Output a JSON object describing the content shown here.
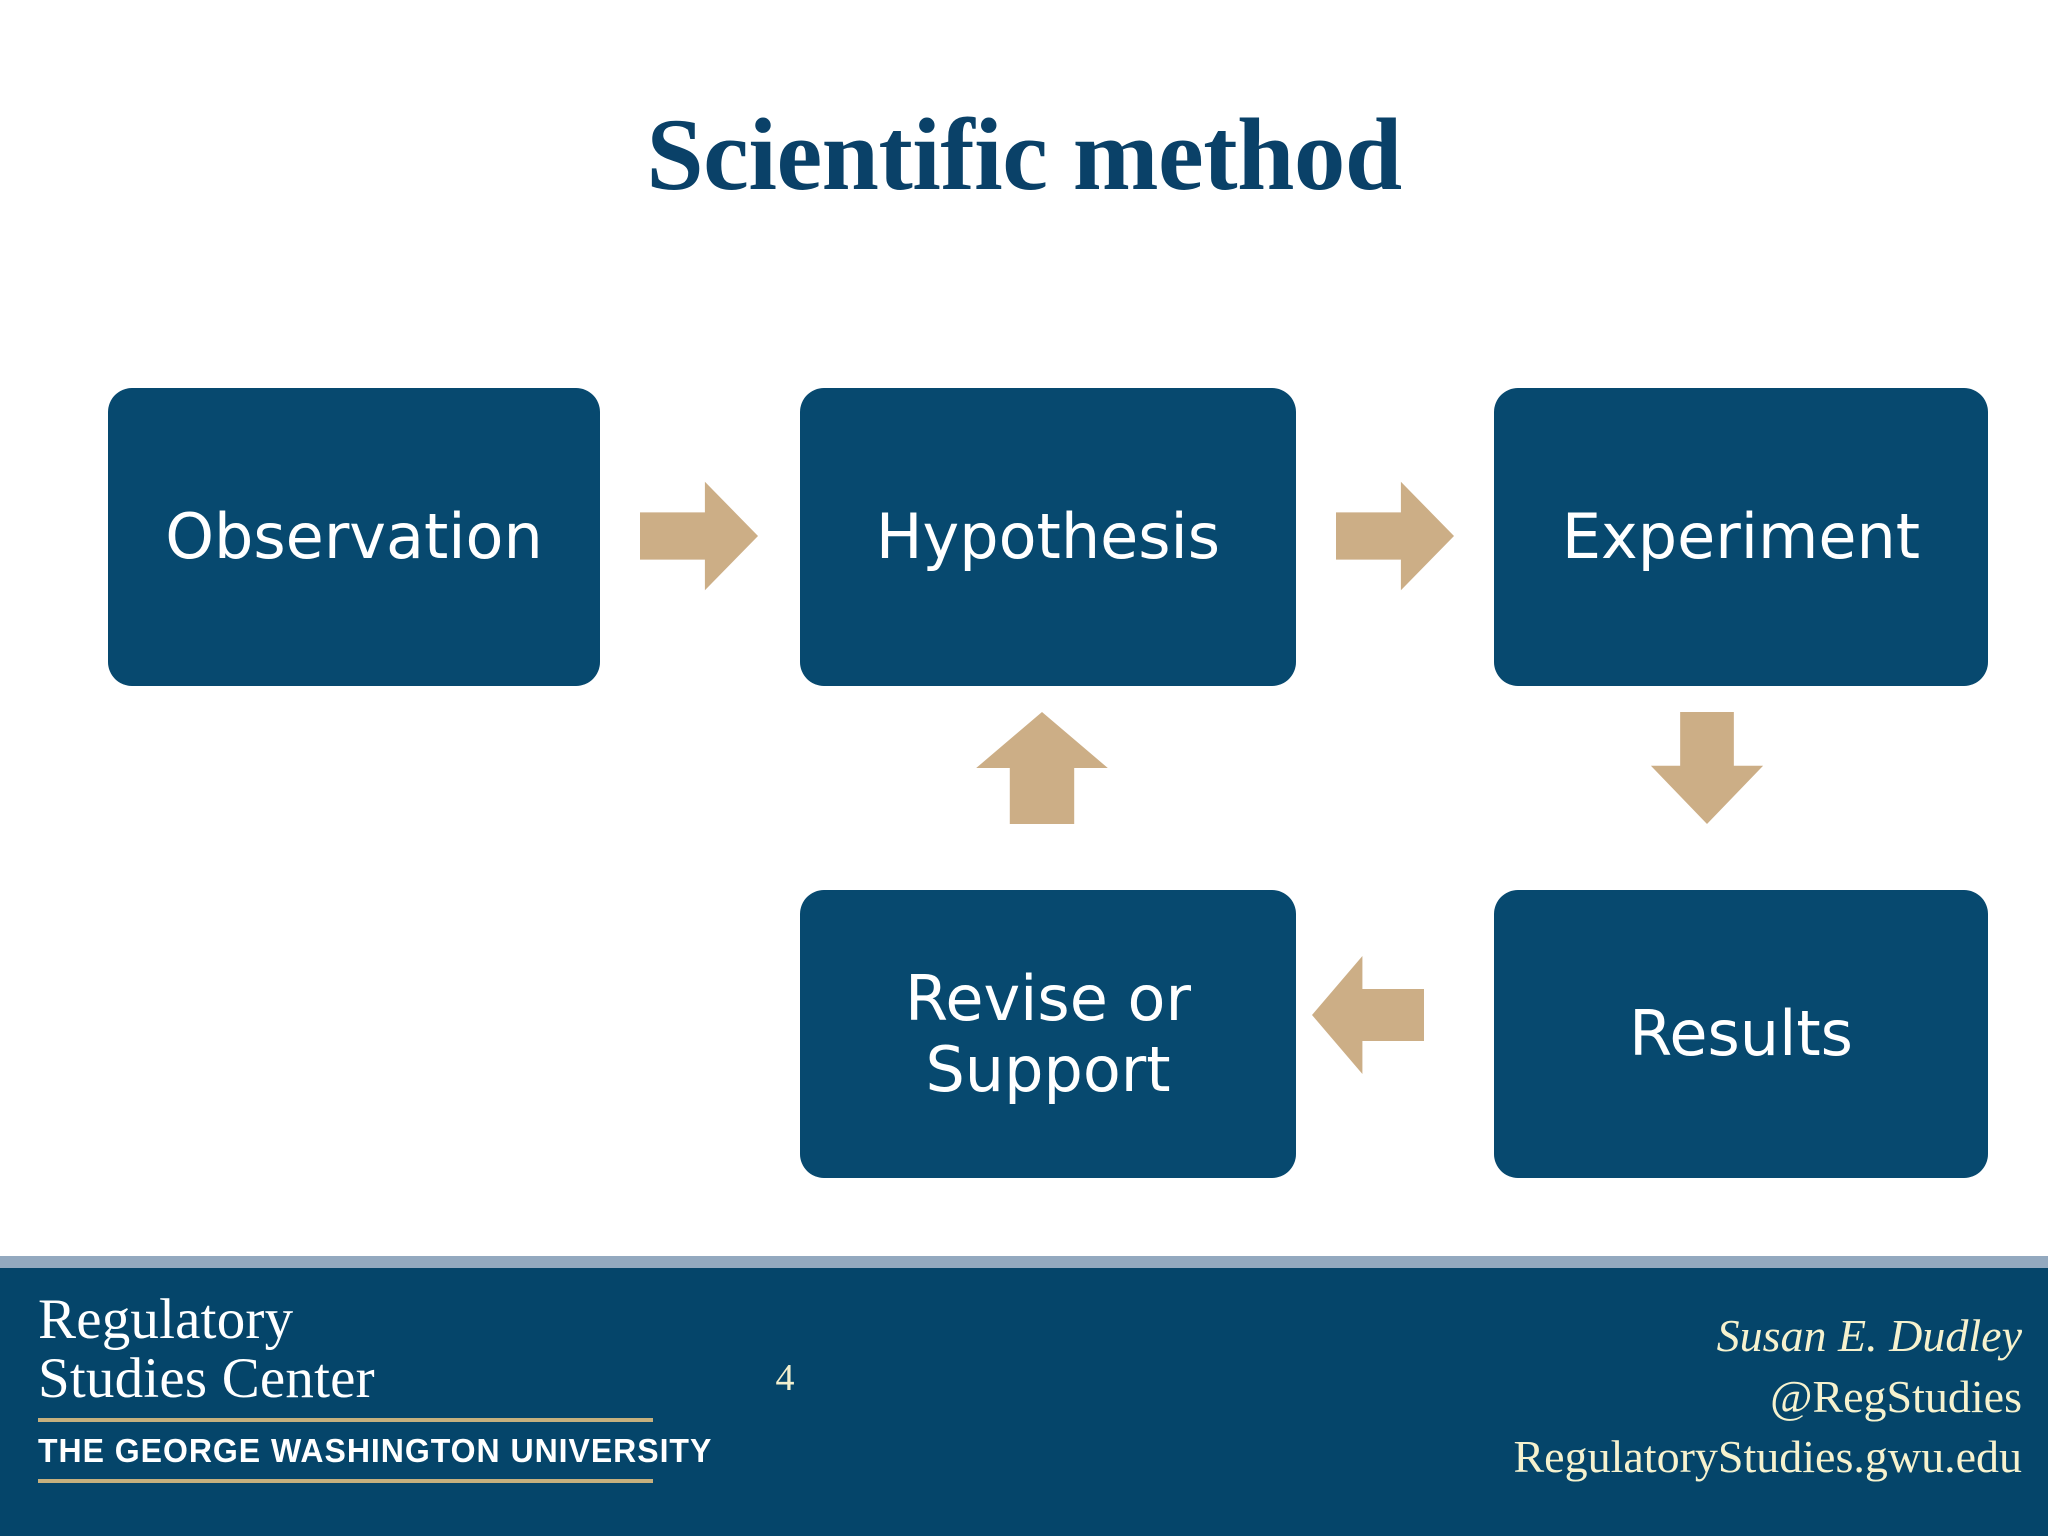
{
  "slide": {
    "title": "Scientific method",
    "page_number": "4",
    "background_color": "#ffffff",
    "accent_navy": "#07496F",
    "accent_tan": "#CCAE86",
    "footer_navy": "#05456A",
    "footer_rule_color": "#93A9BF",
    "logo_rule_color": "#C6B07E",
    "credit_text_color": "#F6F2CE"
  },
  "diagram": {
    "type": "flowchart",
    "nodes": [
      {
        "id": "observation",
        "label": "Observation"
      },
      {
        "id": "hypothesis",
        "label": "Hypothesis"
      },
      {
        "id": "experiment",
        "label": "Experiment"
      },
      {
        "id": "revise",
        "label": "Revise or\nSupport"
      },
      {
        "id": "results",
        "label": "Results"
      }
    ],
    "arrows": [
      {
        "id": "observation-to-hypothesis",
        "from": "observation",
        "to": "hypothesis",
        "direction": "right"
      },
      {
        "id": "hypothesis-to-experiment",
        "from": "hypothesis",
        "to": "experiment",
        "direction": "right"
      },
      {
        "id": "experiment-to-results",
        "from": "experiment",
        "to": "results",
        "direction": "down"
      },
      {
        "id": "results-to-revise",
        "from": "results",
        "to": "revise",
        "direction": "left"
      },
      {
        "id": "revise-to-hypothesis",
        "from": "revise",
        "to": "hypothesis",
        "direction": "up"
      }
    ]
  },
  "footer": {
    "logo": {
      "line1": "Regulatory",
      "line2": "Studies Center",
      "university": "THE GEORGE WASHINGTON UNIVERSITY"
    },
    "credits": {
      "author": "Susan E. Dudley",
      "handle": "@RegStudies",
      "website": "RegulatoryStudies.gwu.edu"
    }
  }
}
